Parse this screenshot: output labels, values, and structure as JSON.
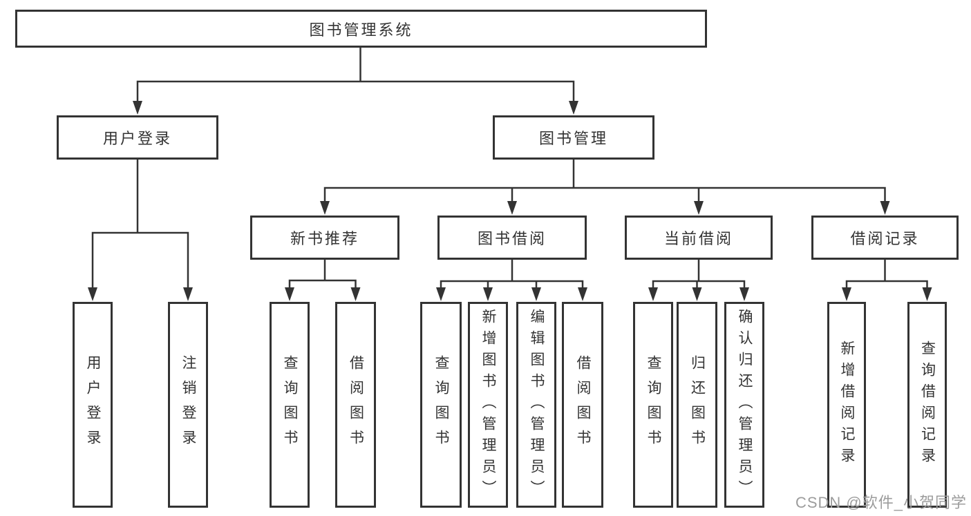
{
  "diagram": {
    "root": {
      "label": "图书管理系统"
    },
    "level2": [
      {
        "id": "user-login",
        "label": "用户登录"
      },
      {
        "id": "book-management",
        "label": "图书管理"
      }
    ],
    "level3": [
      {
        "id": "new-book-recommendation",
        "label": "新书推荐"
      },
      {
        "id": "book-borrowing",
        "label": "图书借阅"
      },
      {
        "id": "current-borrowing",
        "label": "当前借阅"
      },
      {
        "id": "borrowing-records",
        "label": "借阅记录"
      }
    ],
    "leaves": [
      {
        "parent": "user-login",
        "label": "用户登录"
      },
      {
        "parent": "user-login",
        "label": "注销登录"
      },
      {
        "parent": "new-book-recommendation",
        "label": "查询图书"
      },
      {
        "parent": "new-book-recommendation",
        "label": "借阅图书"
      },
      {
        "parent": "book-borrowing",
        "label": "查询图书"
      },
      {
        "parent": "book-borrowing",
        "label": "新增图书（管理员）"
      },
      {
        "parent": "book-borrowing",
        "label": "编辑图书（管理员）"
      },
      {
        "parent": "book-borrowing",
        "label": "借阅图书"
      },
      {
        "parent": "current-borrowing",
        "label": "查询图书"
      },
      {
        "parent": "current-borrowing",
        "label": "归还图书"
      },
      {
        "parent": "current-borrowing",
        "label": "确认归还（管理员）"
      },
      {
        "parent": "borrowing-records",
        "label": "新增借阅记录"
      },
      {
        "parent": "borrowing-records",
        "label": "查询借阅记录"
      }
    ]
  },
  "watermark": {
    "text": "CSDN @软件_小贺同学"
  },
  "colors": {
    "line": "#333333",
    "box_border": "#333333",
    "text": "#333333",
    "watermark": "#9c9c9c",
    "background": "#ffffff"
  }
}
